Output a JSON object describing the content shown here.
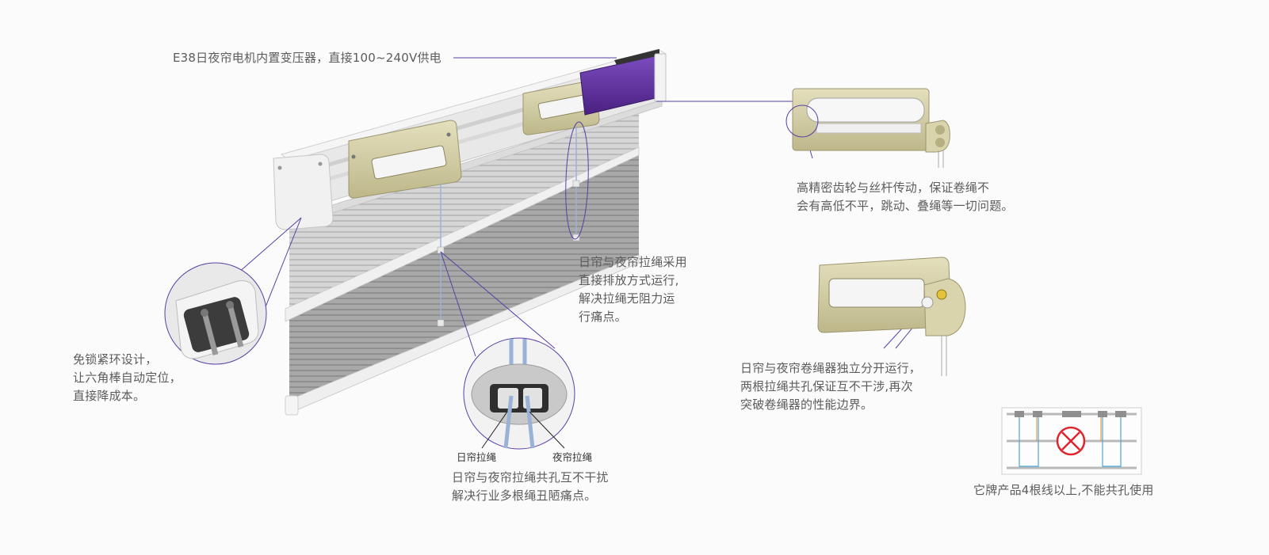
{
  "captions": {
    "motor": "E38日夜帘电机内置变压器，直接100~240V供电",
    "gear": [
      "高精密齿轮与丝杆传动，保证卷绳不",
      "会有高低不平，跳动、叠绳等一切问题。"
    ],
    "cord_run": [
      "日帘与夜帘拉绳采用",
      "直接排放方式运行,",
      "解决拉绳无阻力运",
      "行痛点。"
    ],
    "lock": [
      "免锁紧环设计，",
      "让六角棒自动定位，",
      "直接降成本。"
    ],
    "winder": [
      "日帘与夜帘卷绳器独立分开运行，",
      "两根拉绳共孔保证互不干涉,再次",
      "突破卷绳器的性能边界。"
    ],
    "hole": [
      "日帘与夜帘拉绳共孔互不干扰",
      "解决行业多根绳丑陋痛点。"
    ],
    "competitor": "它牌产品4根线以上,不能共孔使用"
  },
  "labels": {
    "day_cord": "日帘拉绳",
    "night_cord": "夜帘拉绳"
  },
  "colors": {
    "accent": "#5a3fa6",
    "motor": "#5a2a9a",
    "winder": "#d8d3a8",
    "warning": "#e0242e"
  }
}
